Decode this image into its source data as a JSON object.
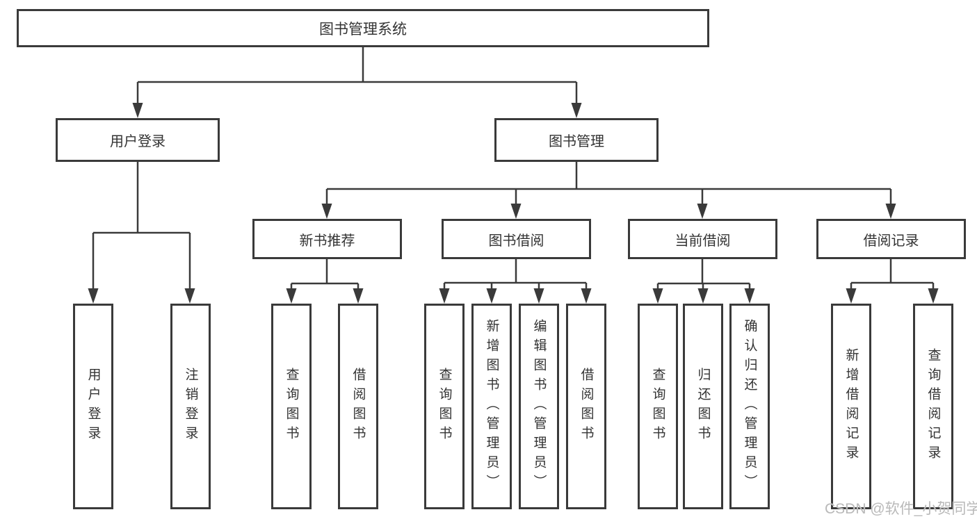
{
  "tree": {
    "root": "图书管理系统",
    "level2": [
      {
        "label": "用户登录",
        "leaves": [
          "用户登录",
          "注销登录"
        ]
      },
      {
        "label": "图书管理",
        "children": [
          {
            "label": "新书推荐",
            "leaves": [
              "查询图书",
              "借阅图书"
            ]
          },
          {
            "label": "图书借阅",
            "leaves": [
              "查询图书",
              "新增图书（管理员）",
              "编辑图书（管理员）",
              "借阅图书"
            ]
          },
          {
            "label": "当前借阅",
            "leaves": [
              "查询图书",
              "归还图书",
              "确认归还（管理员）"
            ]
          },
          {
            "label": "借阅记录",
            "leaves": [
              "新增借阅记录",
              "查询借阅记录"
            ]
          }
        ]
      }
    ]
  },
  "watermark": "CSDN @软件_小贺同学",
  "colors": {
    "line": "#3a3a3a",
    "box_border": "#3a3a3a",
    "text": "#333333",
    "watermark": "#b9b9b9",
    "background": "#ffffff"
  }
}
